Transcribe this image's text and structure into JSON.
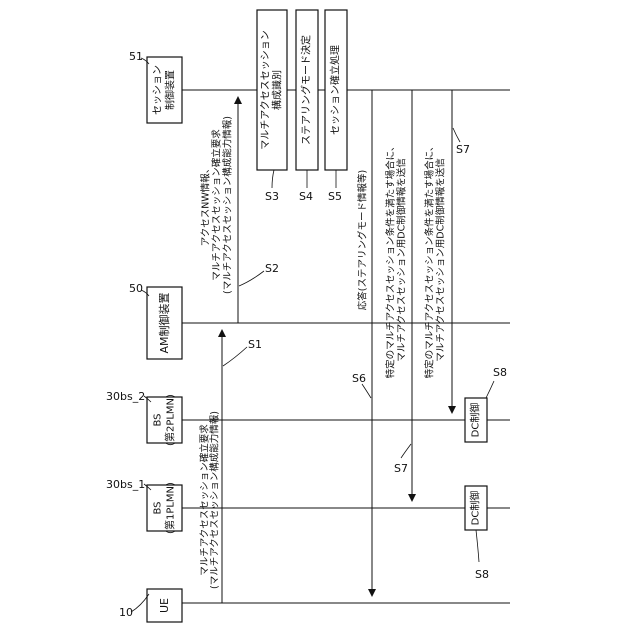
{
  "entities": {
    "ue": {
      "label": "UE",
      "ref": "10"
    },
    "bs1": {
      "line1": "BS",
      "line2": "(第1PLMN)",
      "ref": "30bs_1"
    },
    "bs2": {
      "line1": "BS",
      "line2": "(第2PLMN)",
      "ref": "30bs_2"
    },
    "am": {
      "label": "AM制御装置",
      "ref": "50"
    },
    "session": {
      "line1": "セッション",
      "line2": "制御装置",
      "ref": "51"
    }
  },
  "steps": {
    "s1": {
      "ref": "S1",
      "line1": "マルチアクセスセッション確立要求",
      "line2": "(マルチアクセスセッション構成能力情報)"
    },
    "s2": {
      "ref": "S2",
      "line1": "アクセスNW情報、",
      "line2": "マルチアクセスセッション確立要求",
      "line3": "(マルチアクセスセッション構成能力情報)"
    },
    "s3": {
      "ref": "S3",
      "line1": "マルチアクセスセッション",
      "line2": "構成識別"
    },
    "s4": {
      "ref": "S4",
      "label": "ステアリングモード決定"
    },
    "s5": {
      "ref": "S5",
      "label": "セッション確立処理"
    },
    "s6": {
      "ref": "S6",
      "label": "応答(ステアリングモード情報等)"
    },
    "s7a": {
      "ref": "S7",
      "line1": "特定のマルチアクセスセッション条件を満たす場合に、",
      "line2": "マルチアクセスセッション用DC制御情報を送信"
    },
    "s7b": {
      "ref": "S7",
      "line1": "特定のマルチアクセスセッション条件を満たす場合に、",
      "line2": "マルチアクセスセッション用DC制御情報を送信"
    },
    "s8a": {
      "ref": "S8",
      "label": "DC制御"
    },
    "s8b": {
      "ref": "S8",
      "label": "DC制御"
    }
  }
}
